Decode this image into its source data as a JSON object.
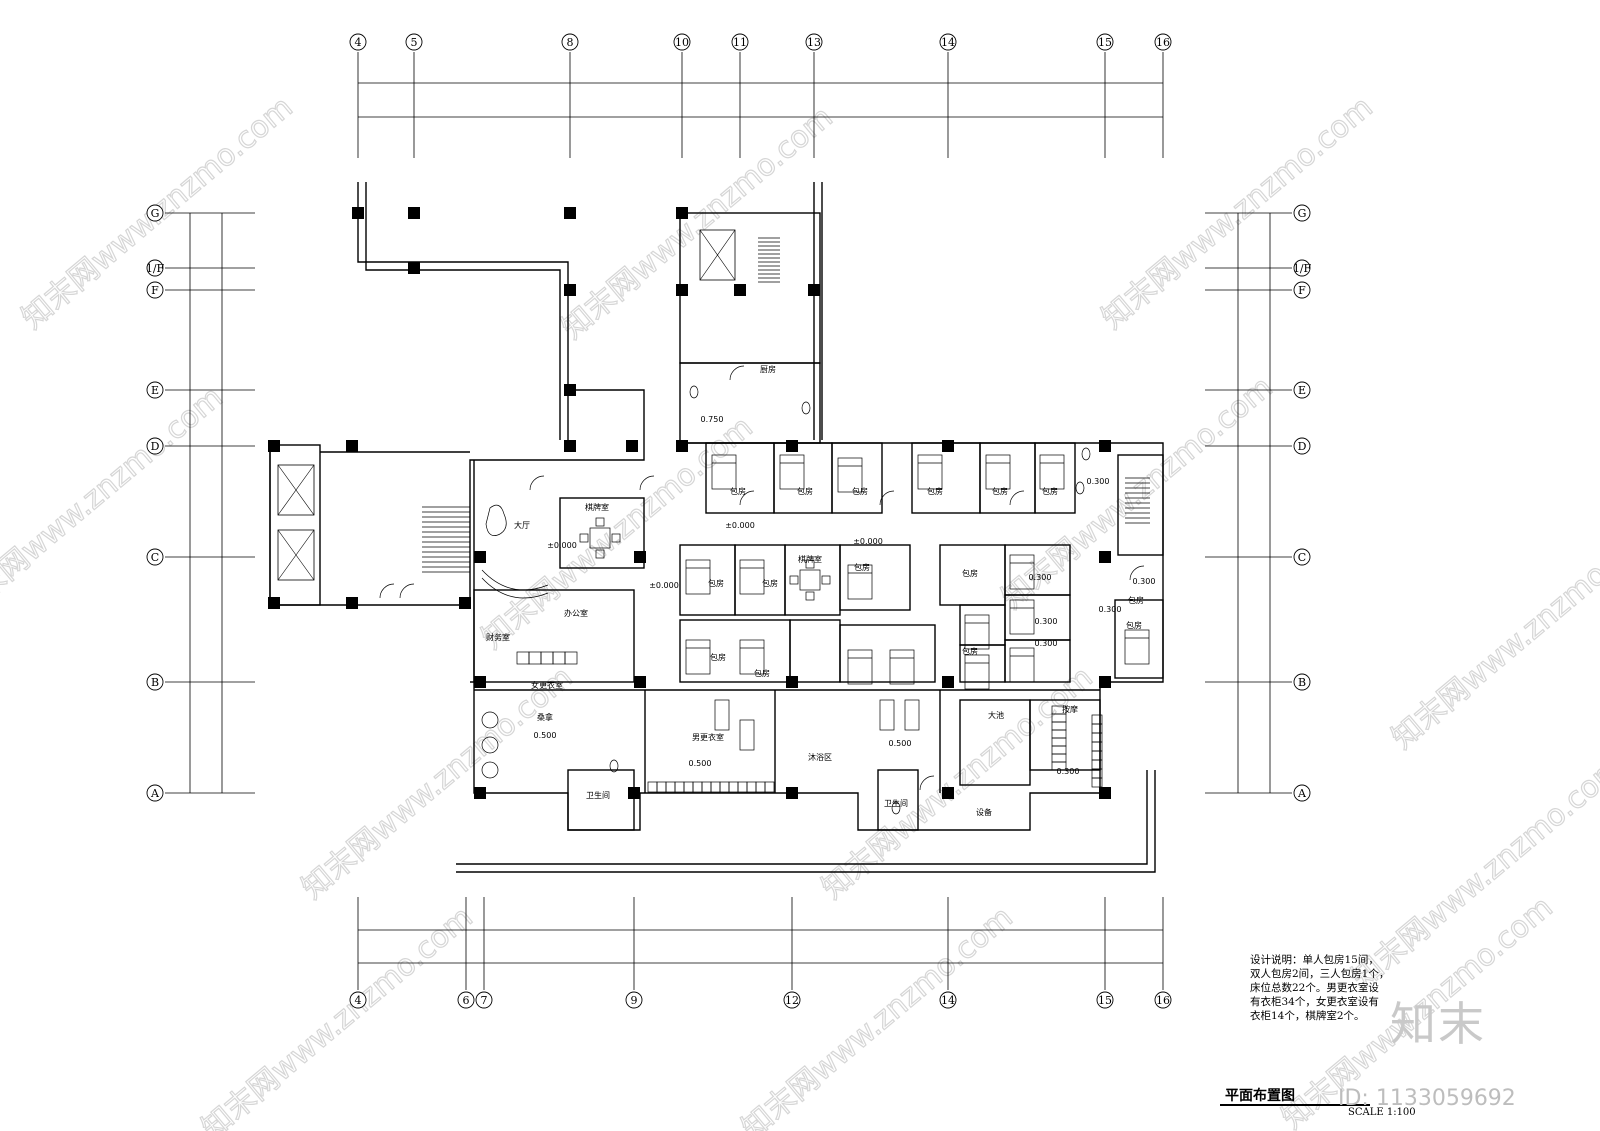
{
  "drawing": {
    "title": "平面布置图",
    "scale": "SCALE  1:100",
    "notes": [
      "设计说明：单人包房15间，",
      "双人包房2间，三人包房1个，",
      "床位总数22个。男更衣室设",
      "有衣柜34个，女更衣室设有",
      "衣柜14个，棋牌室2个。"
    ]
  },
  "watermark": {
    "logo": "知末",
    "image_id": "ID: 1133059692",
    "repeat_text": "知末网www.znzmo.com"
  },
  "grid": {
    "top_axes": [
      "4",
      "5",
      "8",
      "10",
      "11",
      "13",
      "14",
      "15",
      "16"
    ],
    "bottom_axes": [
      "4",
      "6",
      "7",
      "9",
      "12",
      "14",
      "15",
      "16"
    ],
    "row_axes": [
      "G",
      "1/F",
      "F",
      "E",
      "D",
      "C",
      "B",
      "A"
    ]
  },
  "rooms": [
    {
      "name": "厨房"
    },
    {
      "name": "大厅"
    },
    {
      "name": "棋牌室"
    },
    {
      "name": "办公室"
    },
    {
      "name": "财务室"
    },
    {
      "name": "女更衣室"
    },
    {
      "name": "桑拿"
    },
    {
      "name": "男更衣室"
    },
    {
      "name": "沐浴区"
    },
    {
      "name": "大池"
    },
    {
      "name": "按摩"
    },
    {
      "name": "设备"
    },
    {
      "name": "卫生间"
    },
    {
      "name": "包房"
    }
  ],
  "elevations": [
    "0.750",
    "±0.000",
    "0.300",
    "0.500"
  ]
}
